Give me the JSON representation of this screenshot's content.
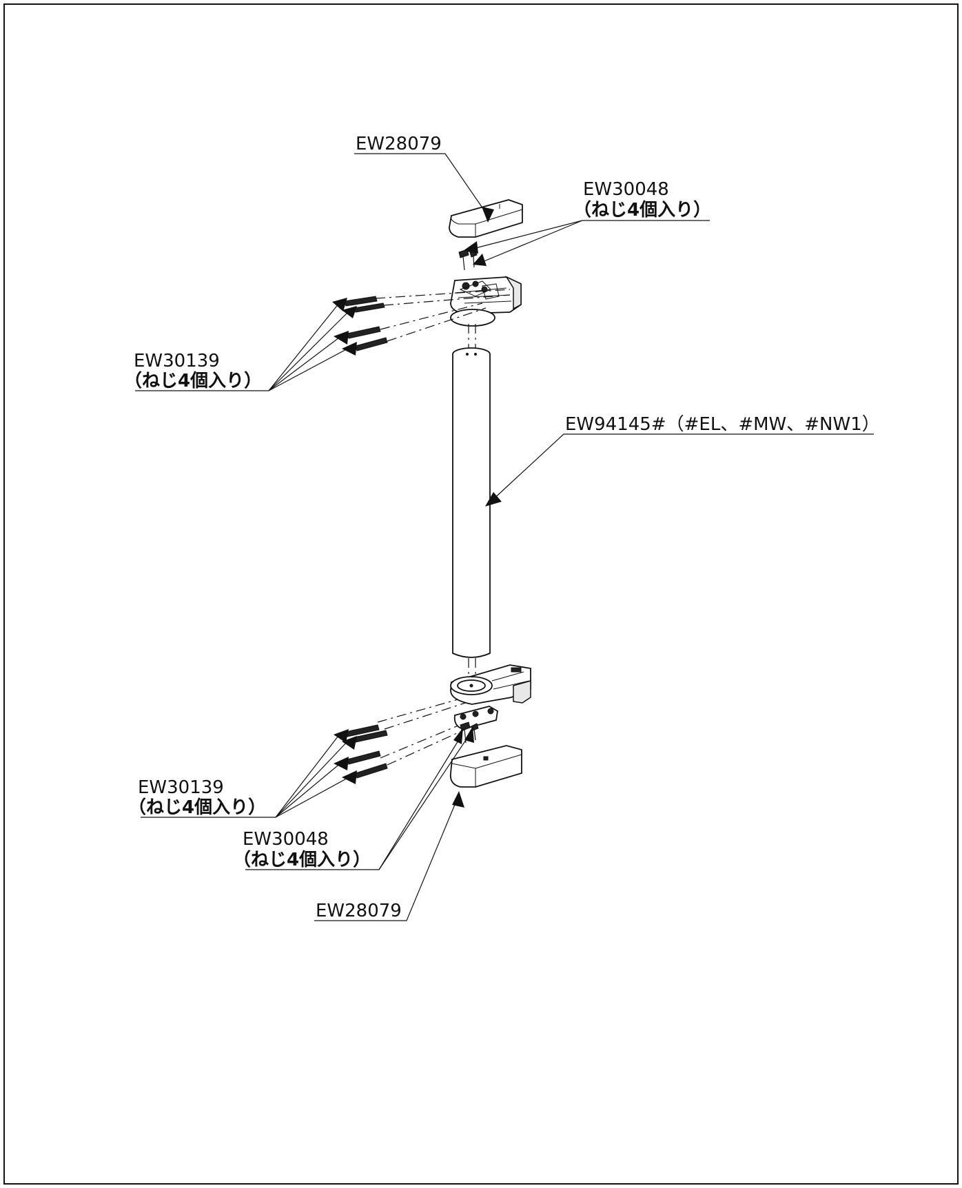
{
  "labels": {
    "top_cap": "EW28079",
    "top_screw_code": "EW30048",
    "top_screw_note": "（ねじ4個入り）",
    "top_wall_screw_code": "EW30139",
    "top_wall_screw_note": "（ねじ4個入り）",
    "bar": "EW94145#（#EL、#MW、#NW1）",
    "bottom_wall_screw_code": "EW30139",
    "bottom_wall_screw_note": "（ねじ4個入り）",
    "bottom_screw_code": "EW30048",
    "bottom_screw_note": "（ねじ4個入り）",
    "bottom_cap": "EW28079"
  }
}
